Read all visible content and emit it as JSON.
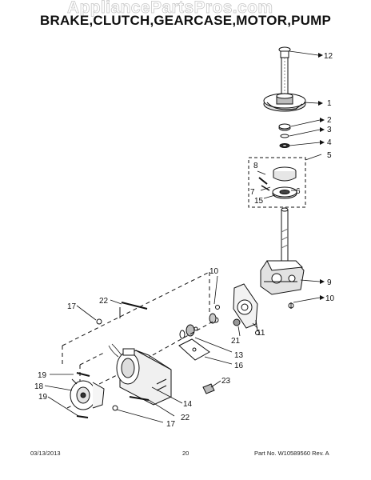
{
  "watermark": "AppliancePartsPros.com",
  "title": "BRAKE,CLUTCH,GEARCASE,MOTOR,PUMP",
  "callouts": [
    {
      "id": "c12",
      "text": "12"
    },
    {
      "id": "c1",
      "text": "1"
    },
    {
      "id": "c2",
      "text": "2"
    },
    {
      "id": "c3",
      "text": "3"
    },
    {
      "id": "c4",
      "text": "4"
    },
    {
      "id": "c5",
      "text": "5"
    },
    {
      "id": "c8",
      "text": "8"
    },
    {
      "id": "c6",
      "text": "6"
    },
    {
      "id": "c7",
      "text": "7"
    },
    {
      "id": "c15",
      "text": "15"
    },
    {
      "id": "c9",
      "text": "9"
    },
    {
      "id": "c10a",
      "text": "10"
    },
    {
      "id": "c10b",
      "text": "10"
    },
    {
      "id": "c11",
      "text": "11"
    },
    {
      "id": "c17a",
      "text": "17"
    },
    {
      "id": "c22a",
      "text": "22"
    },
    {
      "id": "c21",
      "text": "21"
    },
    {
      "id": "c13",
      "text": "13"
    },
    {
      "id": "c16",
      "text": "16"
    },
    {
      "id": "c23",
      "text": "23"
    },
    {
      "id": "c19",
      "text": "19"
    },
    {
      "id": "c18",
      "text": "18"
    },
    {
      "id": "c14",
      "text": "14"
    },
    {
      "id": "c22b",
      "text": "22"
    },
    {
      "id": "c17b",
      "text": "17"
    }
  ],
  "footer": {
    "date": "03/13/2013",
    "page": "20",
    "part_no": "Part No.  W10589560  Rev. A"
  }
}
